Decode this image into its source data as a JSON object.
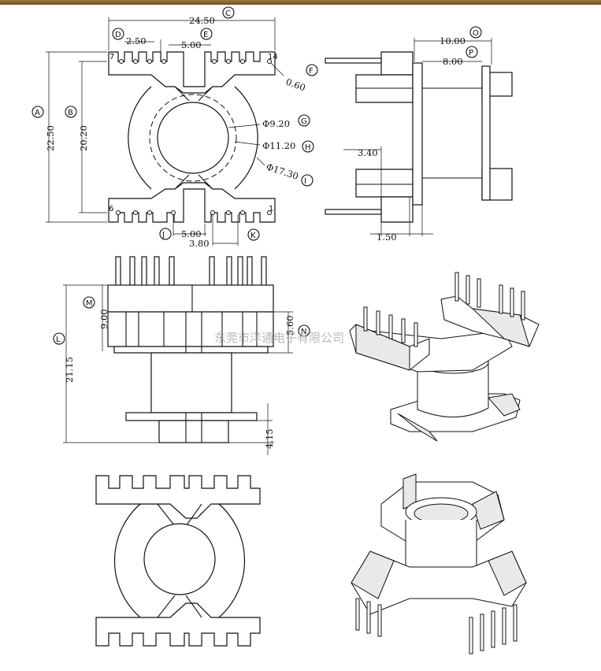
{
  "dimensions": {
    "c_overall_width": "24.50",
    "d_pin_pitch": "2.50",
    "e_pin_span": "5.00",
    "f_pin_dia": "0.60",
    "g_inner_dia": "Φ9.20",
    "h_core_dia": "Φ11.20",
    "i_flange_dia": "Φ17.30",
    "a_overall_height": "22.50",
    "b_pin_row_spacing": "20.20",
    "j_row_span": "5.00",
    "k_pin_pitch": "3.80",
    "o_width": "10.00",
    "p_inner_width": "8.00",
    "side_offset": "3.40",
    "side_step": "1.50",
    "m_height": "9.00",
    "n_height": "5.60",
    "l_total_height": "21.15",
    "bottom_offset": "4.15"
  },
  "labels": {
    "a": "A",
    "b": "B",
    "c": "C",
    "d": "D",
    "e": "E",
    "f": "F",
    "g": "G",
    "h": "H",
    "i": "I",
    "j": "J",
    "k": "K",
    "l": "L",
    "m": "M",
    "n": "N",
    "o": "O",
    "p": "P"
  },
  "pin_numbers": {
    "p7": "7",
    "p14": "14",
    "p6": "6",
    "p1": "1"
  },
  "watermark": "东莞市洋通电子有限公司"
}
